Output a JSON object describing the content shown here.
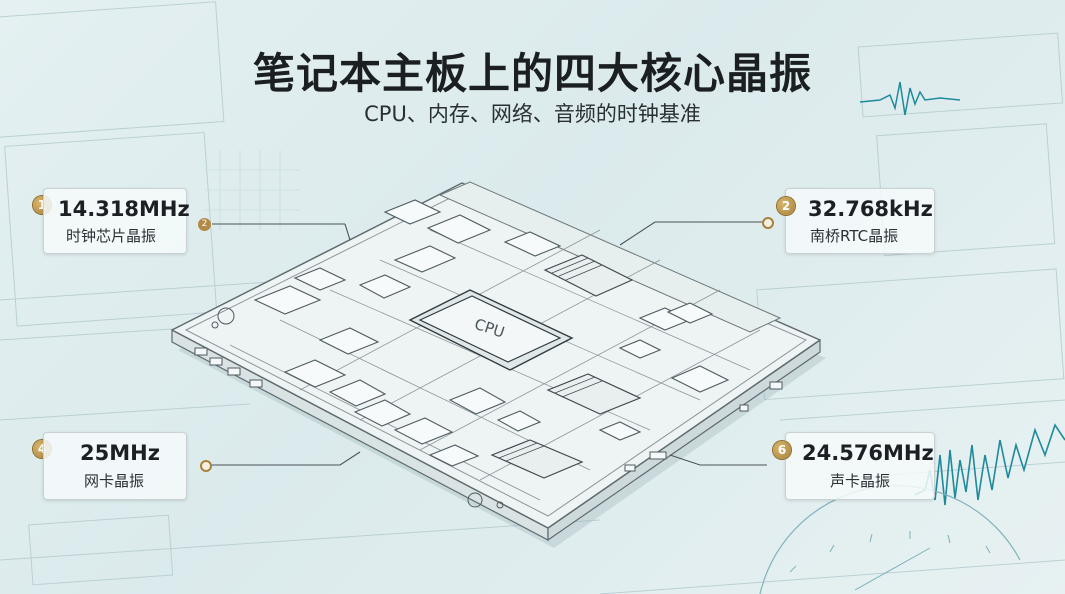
{
  "title": "笔记本主板上的四大核心晶振",
  "subtitle": "CPU、内存、网络、音频的时钟基准",
  "board": {
    "chip_label": "CPU"
  },
  "crystals": [
    {
      "number": "1",
      "frequency": "14.318MHz",
      "name": "时钟芯片晶振",
      "callout_number": "2"
    },
    {
      "number": "2",
      "frequency": "32.768kHz",
      "name": "南桥RTC晶振"
    },
    {
      "number": "4",
      "frequency": "25MHz",
      "name": "网卡晶振"
    },
    {
      "number": "6",
      "frequency": "24.576MHz",
      "name": "声卡晶振"
    }
  ],
  "colors": {
    "accent_gold": "#a8813a",
    "waveform_teal": "#1f8a9a",
    "board_line": "#5f6a70"
  }
}
